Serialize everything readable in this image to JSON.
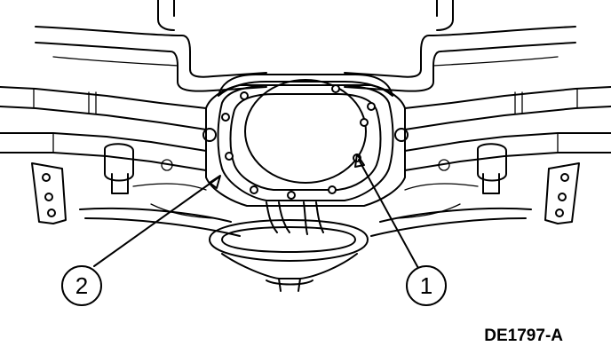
{
  "figure": {
    "id": "DE1797-A"
  },
  "callouts": [
    {
      "label": "1"
    },
    {
      "label": "2"
    }
  ]
}
